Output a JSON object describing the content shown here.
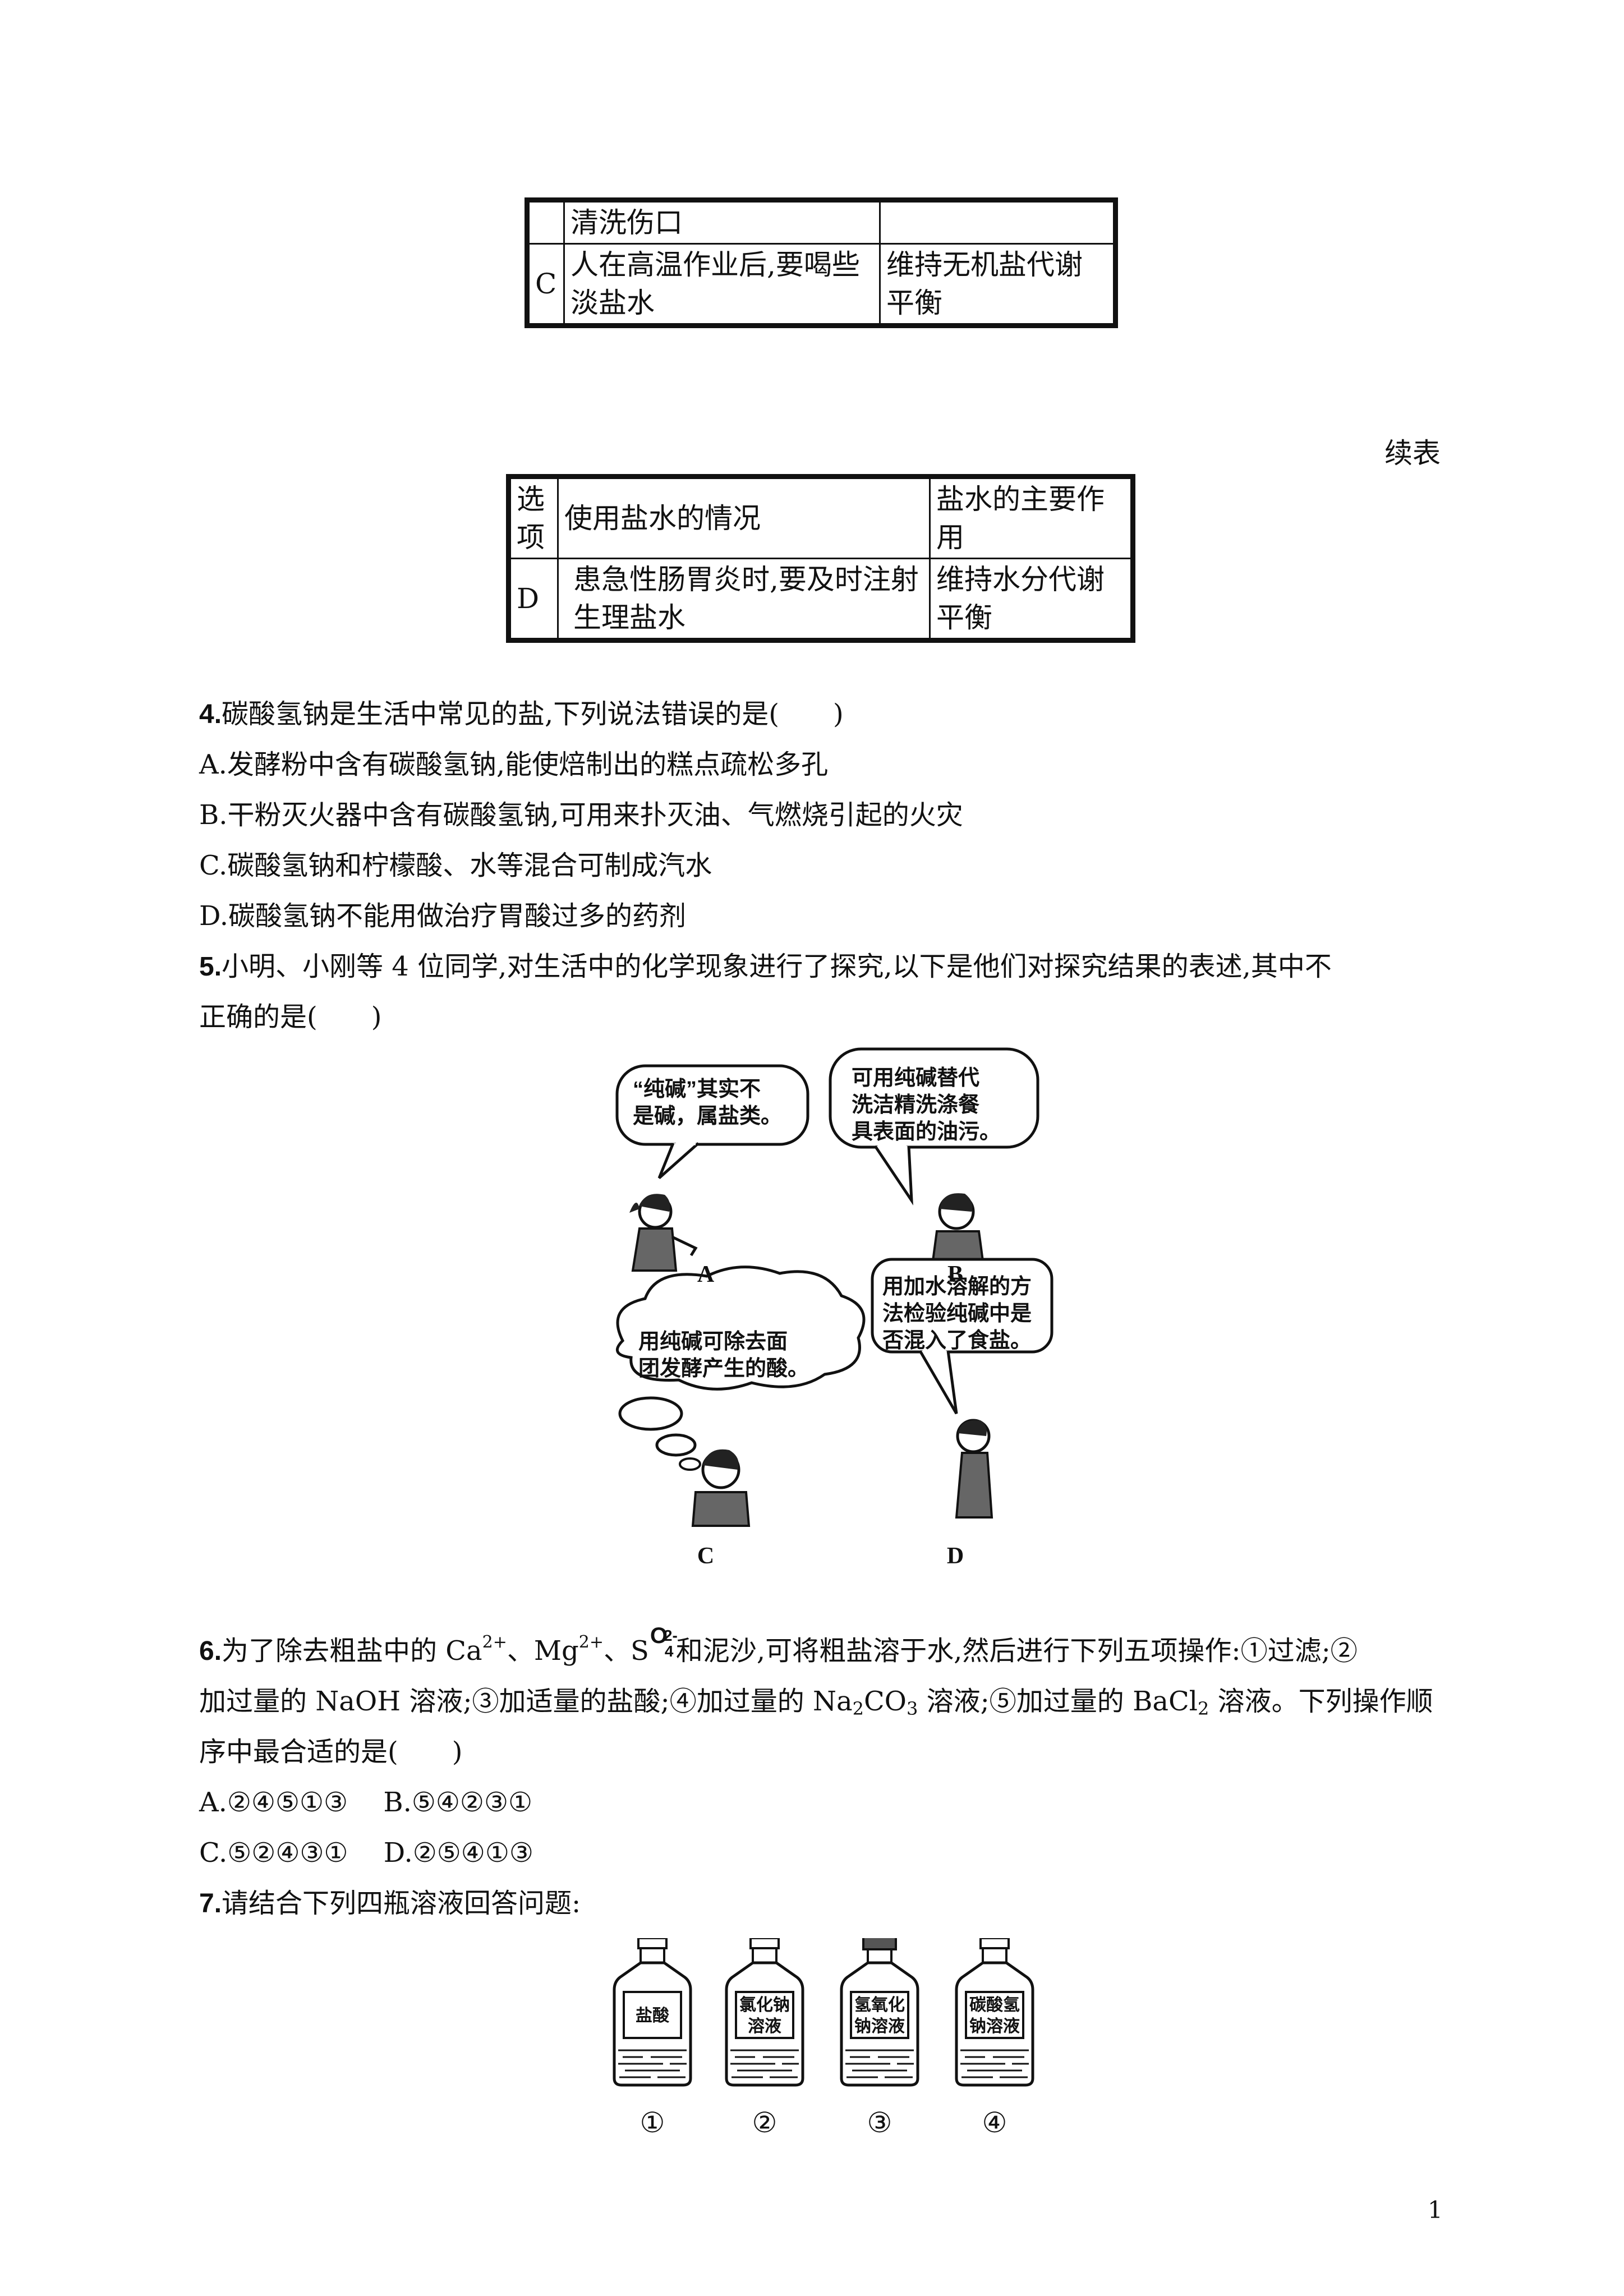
{
  "table_top": {
    "row1": {
      "option": "",
      "situation": "清洗伤口",
      "role": ""
    },
    "row2": {
      "option": "C",
      "situation": "人在高温作业后,要喝些淡盐水",
      "role": "维持无机盐代谢平衡"
    }
  },
  "continued_label": "续表",
  "table_bottom": {
    "header": {
      "option": "选项",
      "situation": "使用盐水的情况",
      "role": "盐水的主要作用"
    },
    "row1": {
      "option": "D",
      "situation": "患急性肠胃炎时,要及时注射生理盐水",
      "role": "维持水分代谢平衡"
    }
  },
  "q4": {
    "number": "4.",
    "stem": "碳酸氢钠是生活中常见的盐,下列说法错误的是(　　)",
    "options": [
      "A.发酵粉中含有碳酸氢钠,能使焙制出的糕点疏松多孔",
      "B.干粉灭火器中含有碳酸氢钠,可用来扑灭油、气燃烧引起的火灾",
      "C.碳酸氢钠和柠檬酸、水等混合可制成汽水",
      "D.碳酸氢钠不能用做治疗胃酸过多的药剂"
    ]
  },
  "q5": {
    "number": "5.",
    "stem_line1": "小明、小刚等 4 位同学,对生活中的化学现象进行了探究,以下是他们对探究结果的表述,其中不",
    "stem_line2": "正确的是(　　)",
    "bubbles": {
      "A": [
        "“纯碱”其实不",
        "是碱，属盐类。"
      ],
      "B": [
        "可用纯碱替代",
        "洗洁精洗涤餐",
        "具表面的油污。"
      ],
      "C": [
        "用纯碱可除去面",
        "团发酵产生的酸。"
      ],
      "D": [
        "用加水溶解的方",
        "法检验纯碱中是",
        "否混入了食盐。"
      ]
    },
    "captions": [
      "A",
      "B",
      "C",
      "D"
    ]
  },
  "q6": {
    "number": "6.",
    "line1_a": "为了除去粗盐中的 Ca",
    "ca_charge": "2+",
    "line1_b": "、Mg",
    "mg_charge": "2+",
    "line1_c": "、S",
    "so4_top": "O",
    "so4_charge": "2-",
    "so4_sub": "4",
    "line1_d": "和泥沙,可将粗盐溶于水,然后进行下列五项操作:①过滤;②",
    "line2_a": "加过量的 NaOH 溶液;③加适量的盐酸;④加过量的 Na",
    "na_sub": "2",
    "line2_b": "CO",
    "co_sub": "3",
    "line2_c": " 溶液;⑤加过量的 BaCl",
    "ba_sub": "2",
    "line2_d": " 溶液。下列操作顺",
    "line3": "序中最合适的是(　　)",
    "options_row1": "A.②④⑤①③　 B.⑤④②③①",
    "options_row2": "C.⑤②④③①　 D.②⑤④①③"
  },
  "q7": {
    "number": "7.",
    "stem": "请结合下列四瓶溶液回答问题:",
    "bottles": [
      {
        "label": [
          "盐酸"
        ],
        "num": "①"
      },
      {
        "label": [
          "氯化钠",
          "溶液"
        ],
        "num": "②"
      },
      {
        "label": [
          "氢氧化",
          "钠溶液"
        ],
        "num": "③"
      },
      {
        "label": [
          "碳酸氢",
          "钠溶液"
        ],
        "num": "④"
      }
    ]
  },
  "page_number": "1"
}
